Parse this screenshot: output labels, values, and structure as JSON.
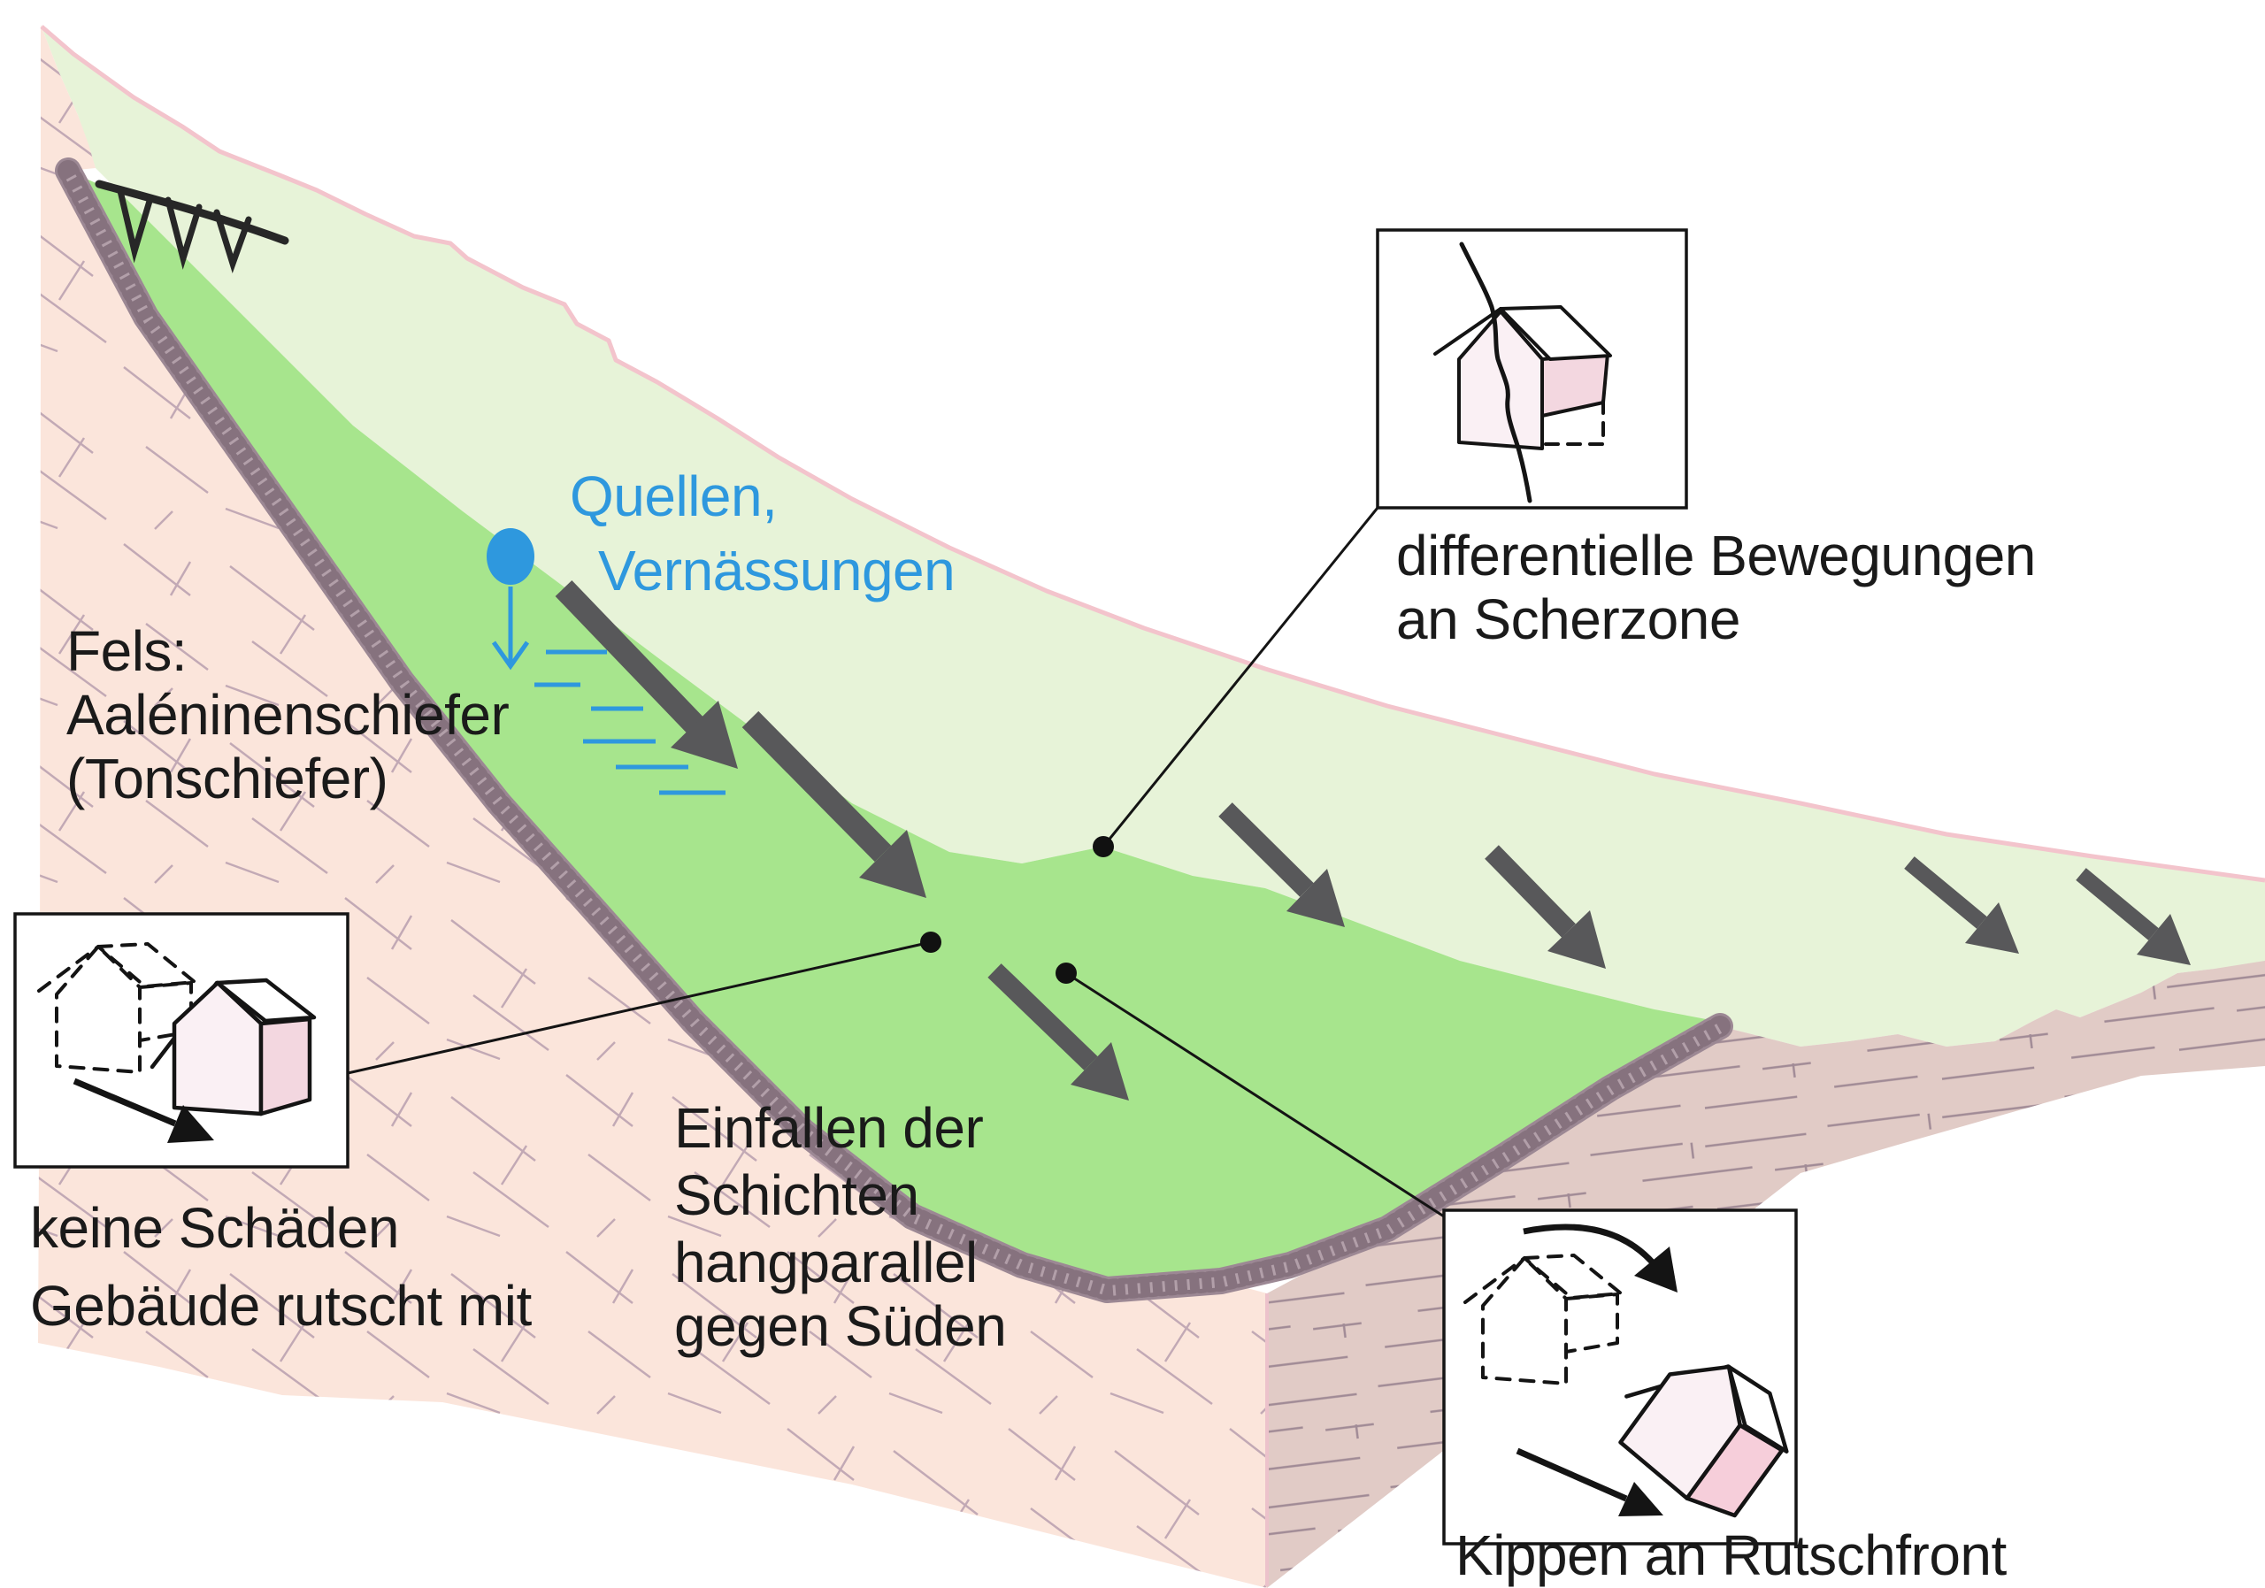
{
  "colors": {
    "background": "#ffffff",
    "upper_slope_green": "#E7F3D8",
    "slide_mass_green": "#A7E58D",
    "rock_front_face_pink": "#FBE5DB",
    "rock_right_face_pink": "#E1CBC6",
    "debris_band": "#9C8894",
    "ridge_outline_pink": "#F3C4CC",
    "movement_arrow_gray": "#58585A",
    "water_blue": "#2E98DE",
    "text_black": "#1A1A1A",
    "house_front_tint": "#FAF0F4",
    "house_side_pink": "#F3D7E0"
  },
  "labels": {
    "rock": {
      "line1": "Fels:",
      "line2": "Aaléninenschiefer",
      "line3": "(Tonschiefer)"
    },
    "springs": {
      "line1": "Quellen,",
      "line2": "Vernässungen"
    },
    "shear_zone": {
      "line1": "differentielle Bewegungen",
      "line2": "an Scherzone"
    },
    "no_damage": {
      "line1": "keine Schäden",
      "line2": "Gebäude rutscht mit"
    },
    "bedding": {
      "line1": "Einfallen der",
      "line2": "Schichten",
      "line3": "hangparallel",
      "line4": "gegen Süden"
    },
    "slide_front": {
      "line1": "Kippen an Rutschfront"
    }
  },
  "icons": {
    "box_shear": "house-crack-icon",
    "box_no_damage": "house-slide-icon",
    "box_tilt": "house-tilt-icon",
    "spring": "spring-dot-icon",
    "scarp": "landslide-scarp-icon"
  }
}
